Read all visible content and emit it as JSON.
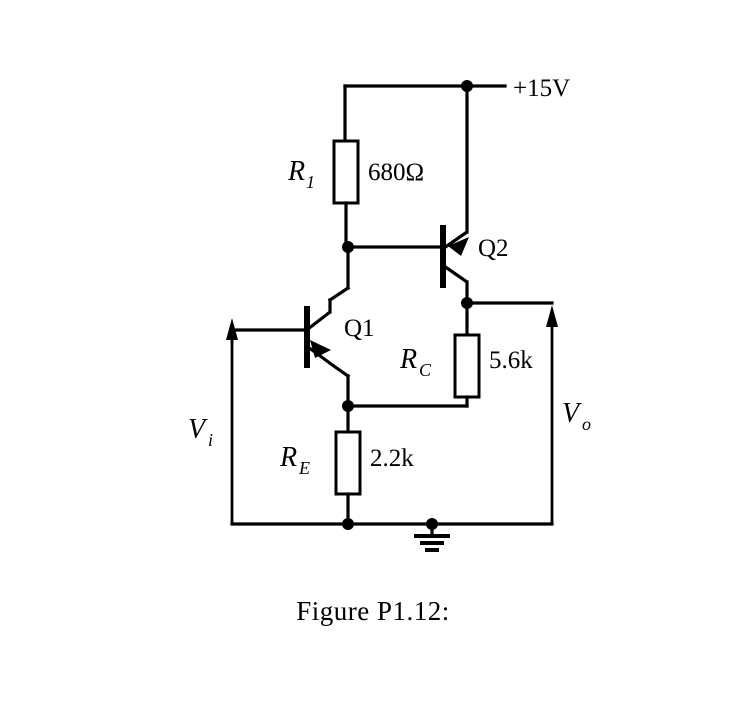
{
  "figure": {
    "caption": "Figure P1.12:",
    "supply_label": "+15V",
    "input_label": "V",
    "input_sub": "i",
    "output_label": "V",
    "output_sub": "o"
  },
  "components": {
    "r1": {
      "ref": "R",
      "ref_sub": "1",
      "value": "680Ω"
    },
    "rc": {
      "ref": "R",
      "ref_sub": "C",
      "value": "5.6k"
    },
    "re": {
      "ref": "R",
      "ref_sub": "E",
      "value": "2.2k"
    },
    "q1": {
      "ref": "Q1",
      "type": "npn"
    },
    "q2": {
      "ref": "Q2",
      "type": "pnp"
    }
  },
  "colors": {
    "ink": "#000000",
    "paper": "#ffffff"
  }
}
